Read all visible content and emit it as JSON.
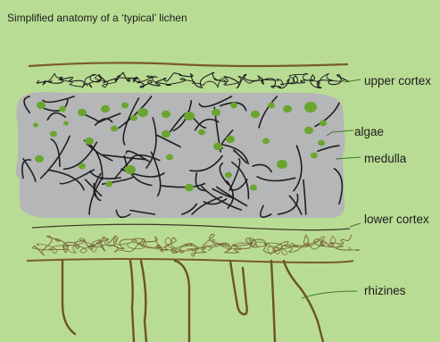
{
  "title": "Simplified anatomy of a ‘typical’ lichen",
  "labels": {
    "upper_cortex": "upper cortex",
    "algae": "algae",
    "medulla": "medulla",
    "lower_cortex": "lower cortex",
    "rhizines": "rhizines"
  },
  "colors": {
    "background": "#b9dc94",
    "medulla": "#b4b6b8",
    "algae": "#6aa62e",
    "hyphae_dark": "#1e1e1e",
    "cortex": "#5a5230",
    "rhizines": "#6a5426"
  }
}
